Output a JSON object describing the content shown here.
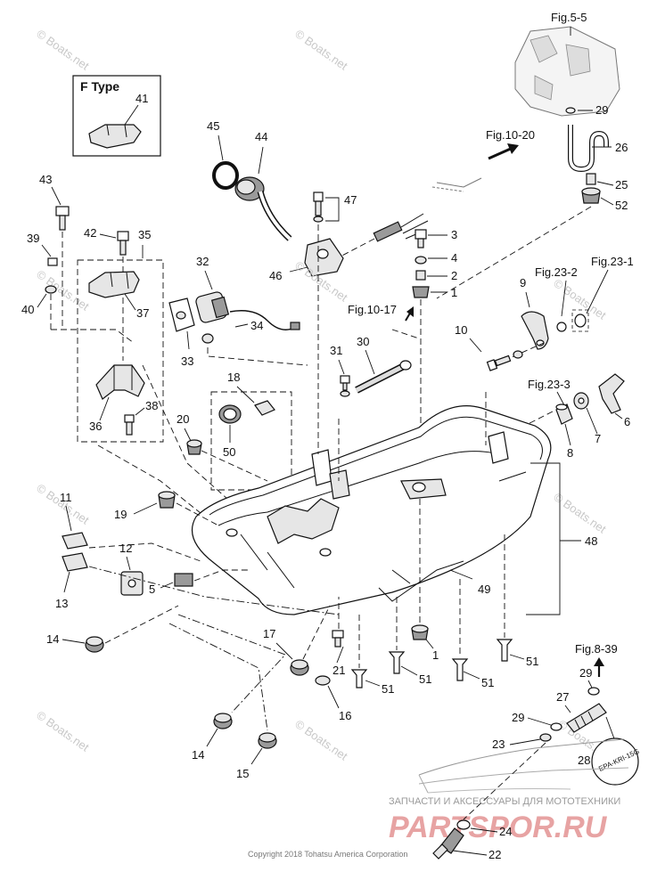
{
  "diagram": {
    "f_type_label": "F Type",
    "copyright": "Copyright 2018 Tohatsu America Corporation",
    "watermark": "© Boats.net",
    "brand_top": "ЗАПЧАСТИ И АКСЕССУАРЫ ДЛЯ МОТОТЕХНИКИ",
    "brand_main": "PARTSPOR.RU",
    "stamp": "EPA-KRI-15G",
    "fig_refs": {
      "fig_5_5": "Fig.5-5",
      "fig_10_20": "Fig.10-20",
      "fig_23_1": "Fig.23-1",
      "fig_23_2": "Fig.23-2",
      "fig_23_3": "Fig.23-3",
      "fig_10_17": "Fig.10-17",
      "fig_8_39": "Fig.8-39"
    },
    "callouts": {
      "c41": "41",
      "c45": "45",
      "c44": "44",
      "c47": "47",
      "c43": "43",
      "c42": "42",
      "c35": "35",
      "c39": "39",
      "c40": "40",
      "c37": "37",
      "c36": "36",
      "c38": "38",
      "c32": "32",
      "c33": "33",
      "c34": "34",
      "c46": "46",
      "c3": "3",
      "c4": "4",
      "c2": "2",
      "c1a": "1",
      "c29a": "29",
      "c26": "26",
      "c25": "25",
      "c52": "52",
      "c9": "9",
      "c10": "10",
      "c31": "31",
      "c30": "30",
      "c18": "18",
      "c20": "20",
      "c50": "50",
      "c6": "6",
      "c7": "7",
      "c8": "8",
      "c11": "11",
      "c19": "19",
      "c12": "12",
      "c13": "13",
      "c5": "5",
      "c48": "48",
      "c49": "49",
      "c14a": "14",
      "c17": "17",
      "c21": "21",
      "c1b": "1",
      "c51a": "51",
      "c51b": "51",
      "c51c": "51",
      "c51d": "51",
      "c16": "16",
      "c14b": "14",
      "c15": "15",
      "c29b": "29",
      "c27": "27",
      "c29c": "29",
      "c23": "23",
      "c28": "28",
      "c24": "24",
      "c22": "22"
    }
  }
}
